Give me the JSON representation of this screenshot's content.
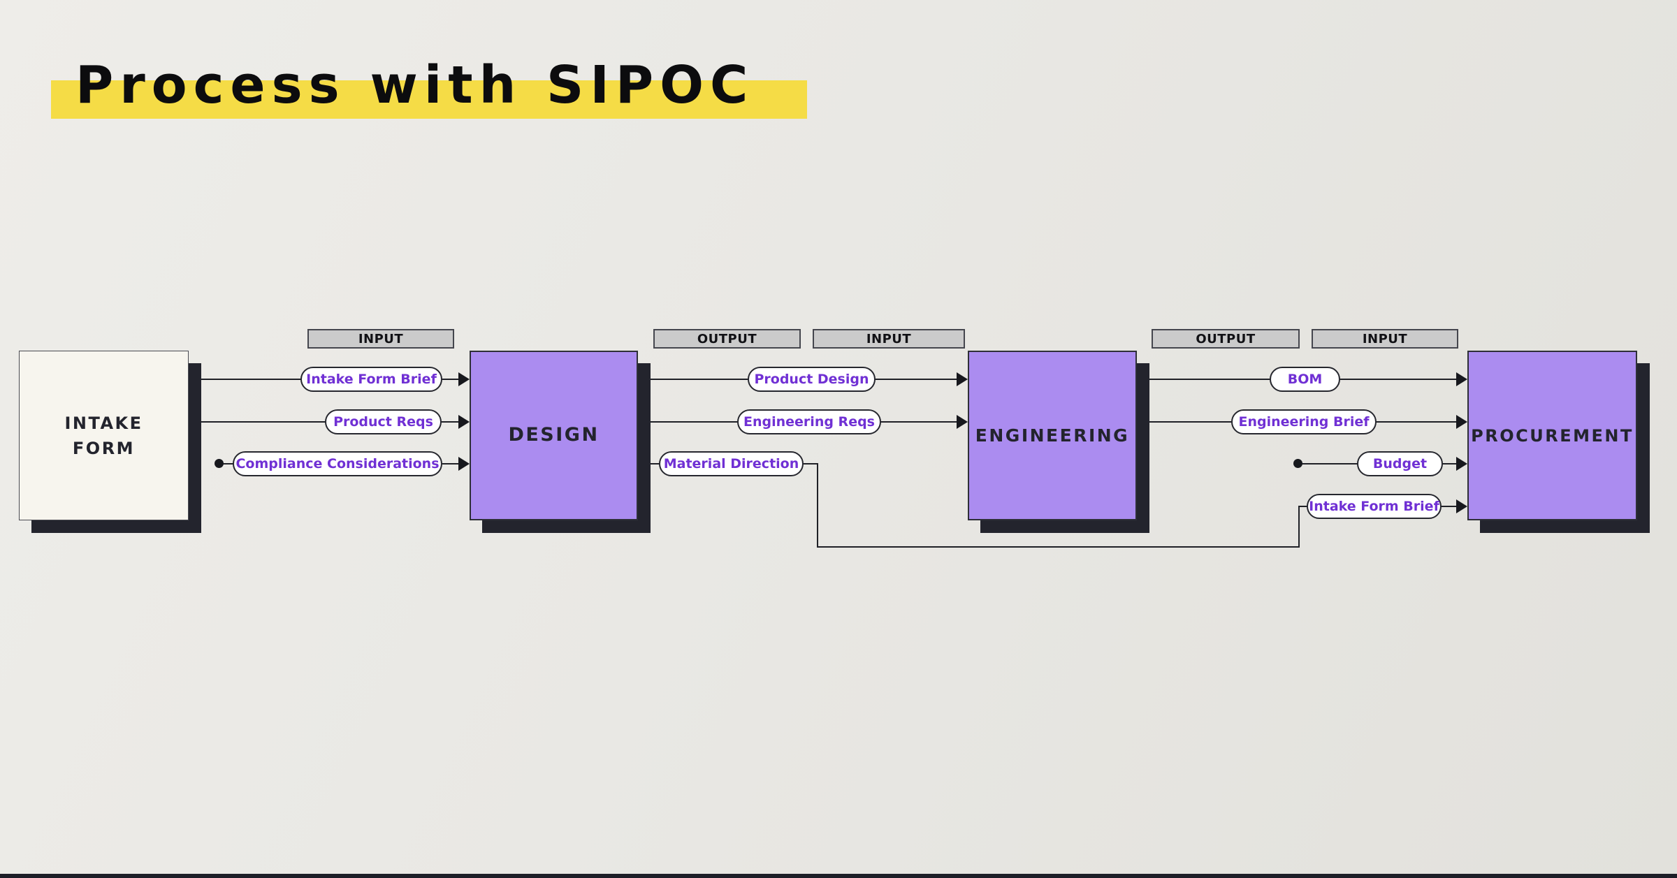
{
  "title": {
    "text": "Process with SIPOC"
  },
  "palette": {
    "background": "#E9E8E4",
    "highlight_yellow": "#F5DC46",
    "process_fill": "#AB8CF0",
    "supplier_fill": "#F7F5EE",
    "shadow_dark": "#23242D",
    "header_fill": "#CBCBCB",
    "pill_text_purple": "#7030D4",
    "connector_black": "#1F2026"
  },
  "boxes": {
    "supplier": {
      "label": "INTAKE FORM"
    },
    "process": [
      {
        "label": "DESIGN"
      },
      {
        "label": "ENGINEERING"
      },
      {
        "label": "PROCUREMENT"
      }
    ]
  },
  "headers": [
    {
      "label": "INPUT"
    },
    {
      "label": "OUTPUT"
    },
    {
      "label": "INPUT"
    },
    {
      "label": "OUTPUT"
    },
    {
      "label": "INPUT"
    }
  ],
  "pills": [
    {
      "label": "Intake Form Brief"
    },
    {
      "label": "Product Reqs"
    },
    {
      "label": "Compliance Considerations"
    },
    {
      "label": "Product Design"
    },
    {
      "label": "Engineering Reqs"
    },
    {
      "label": "Material Direction"
    },
    {
      "label": "BOM"
    },
    {
      "label": "Engineering Brief"
    },
    {
      "label": "Budget"
    },
    {
      "label": "Intake Form Brief"
    }
  ]
}
